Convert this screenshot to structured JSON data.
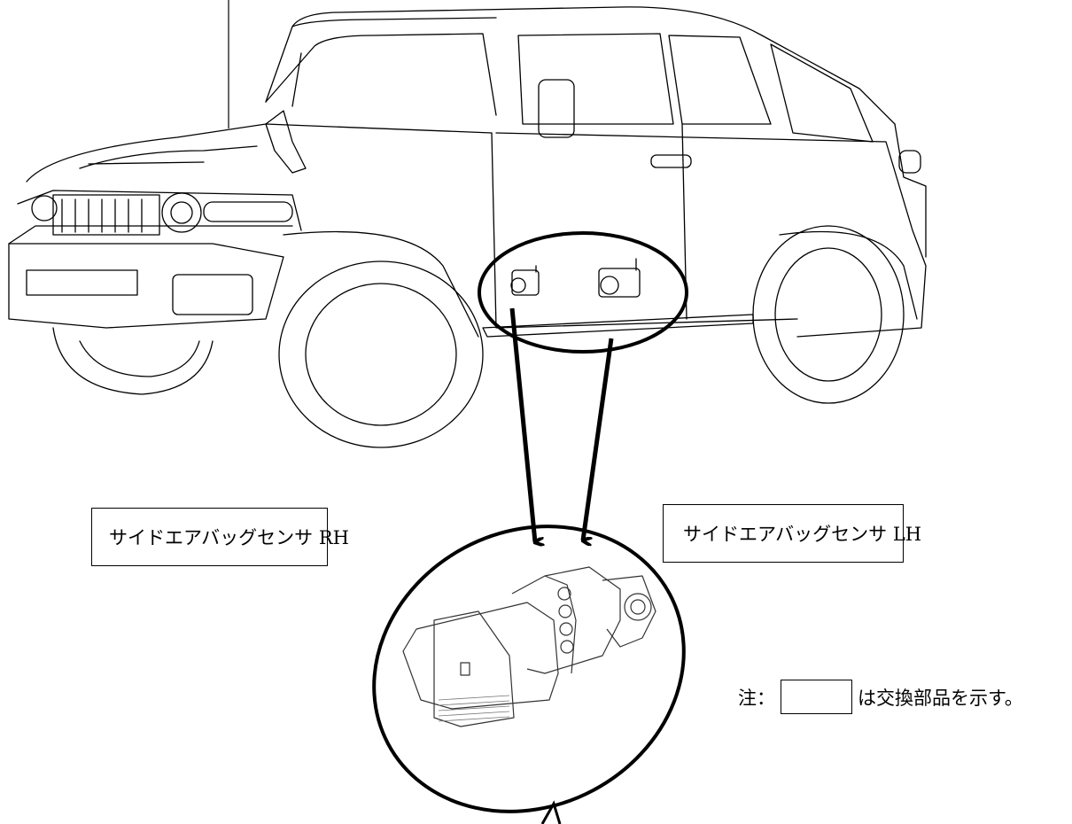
{
  "labels": {
    "sensor_rh": "サイドエアバッグセンサ RH",
    "sensor_lh": "サイドエアバッグセンサ LH"
  },
  "note": {
    "prefix": "注：",
    "suffix": "は交換部品を示す。"
  },
  "colors": {
    "line": "#000000",
    "background": "#ffffff"
  }
}
